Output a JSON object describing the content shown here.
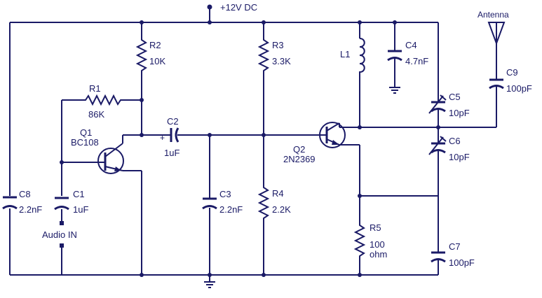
{
  "supply": {
    "label": "+12V DC"
  },
  "antenna": {
    "label": "Antenna"
  },
  "audio_in": {
    "label": "Audio IN"
  },
  "components": {
    "R1": {
      "ref": "R1",
      "value": "86K"
    },
    "R2": {
      "ref": "R2",
      "value": "10K"
    },
    "R3": {
      "ref": "R3",
      "value": "3.3K"
    },
    "R4": {
      "ref": "R4",
      "value": "2.2K"
    },
    "R5": {
      "ref": "R5",
      "value": "100",
      "value2": "ohm"
    },
    "C1": {
      "ref": "C1",
      "value": "1uF"
    },
    "C2": {
      "ref": "C2",
      "value": "1uF"
    },
    "C3": {
      "ref": "C3",
      "value": "2.2nF"
    },
    "C4": {
      "ref": "C4",
      "value": "4.7nF"
    },
    "C5": {
      "ref": "C5",
      "value": "10pF"
    },
    "C6": {
      "ref": "C6",
      "value": "10pF"
    },
    "C7": {
      "ref": "C7",
      "value": "100pF"
    },
    "C8": {
      "ref": "C8",
      "value": "2.2nF"
    },
    "C9": {
      "ref": "C9",
      "value": "100pF"
    },
    "L1": {
      "ref": "L1"
    },
    "Q1": {
      "ref": "Q1",
      "part": "BC108"
    },
    "Q2": {
      "ref": "Q2",
      "part": "2N2369"
    }
  },
  "colors": {
    "ink": "#1a1a66",
    "background": "#ffffff"
  }
}
